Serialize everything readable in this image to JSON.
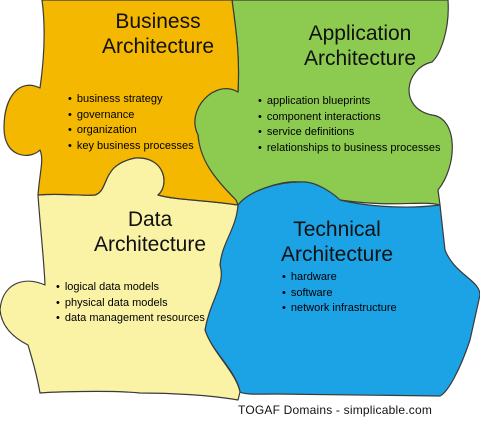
{
  "pieces": {
    "business": {
      "title_line1": "Business",
      "title_line2": "Architecture",
      "color": "#F4B800",
      "items": [
        "business strategy",
        "governance",
        "organization",
        "key business processes"
      ]
    },
    "application": {
      "title_line1": "Application",
      "title_line2": "Architecture",
      "color": "#8CCB50",
      "items": [
        "application blueprints",
        "component interactions",
        "service definitions",
        "relationships to business processes"
      ]
    },
    "data": {
      "title_line1": "Data",
      "title_line2": "Architecture",
      "color": "#FAF3A6",
      "items": [
        "logical data models",
        "physical data models",
        "data management resources"
      ]
    },
    "technical": {
      "title_line1": "Technical",
      "title_line2": "Architecture",
      "color": "#1BA3E6",
      "items": [
        "hardware",
        "software",
        "network infrastructure"
      ]
    }
  },
  "footer": "TOGAF Domains - simplicable.com"
}
